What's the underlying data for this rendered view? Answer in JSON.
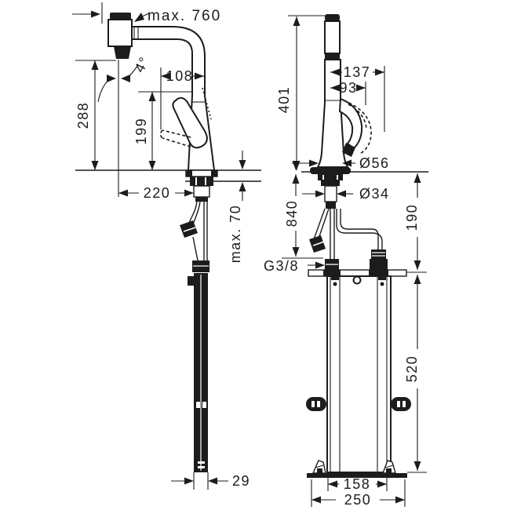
{
  "drawing": {
    "colors": {
      "line": "#1c1c1c",
      "background": "#ffffff"
    },
    "left_view": {
      "dims": {
        "max_pullout": "max. 760",
        "angle": "4°",
        "width_108": "108",
        "height_288": "288",
        "height_199": "199",
        "reach_220": "220",
        "counter_thickness": "max. 70",
        "box_width_29": "29"
      }
    },
    "right_view": {
      "dims": {
        "height_401": "401",
        "width_137": "137",
        "width_93": "93",
        "dia_56": "Ø56",
        "dia_34": "Ø34",
        "hose_840": "840",
        "height_190": "190",
        "thread": "G3/8",
        "box_height_520": "520",
        "box_width_158": "158",
        "base_width_250": "250"
      }
    }
  }
}
